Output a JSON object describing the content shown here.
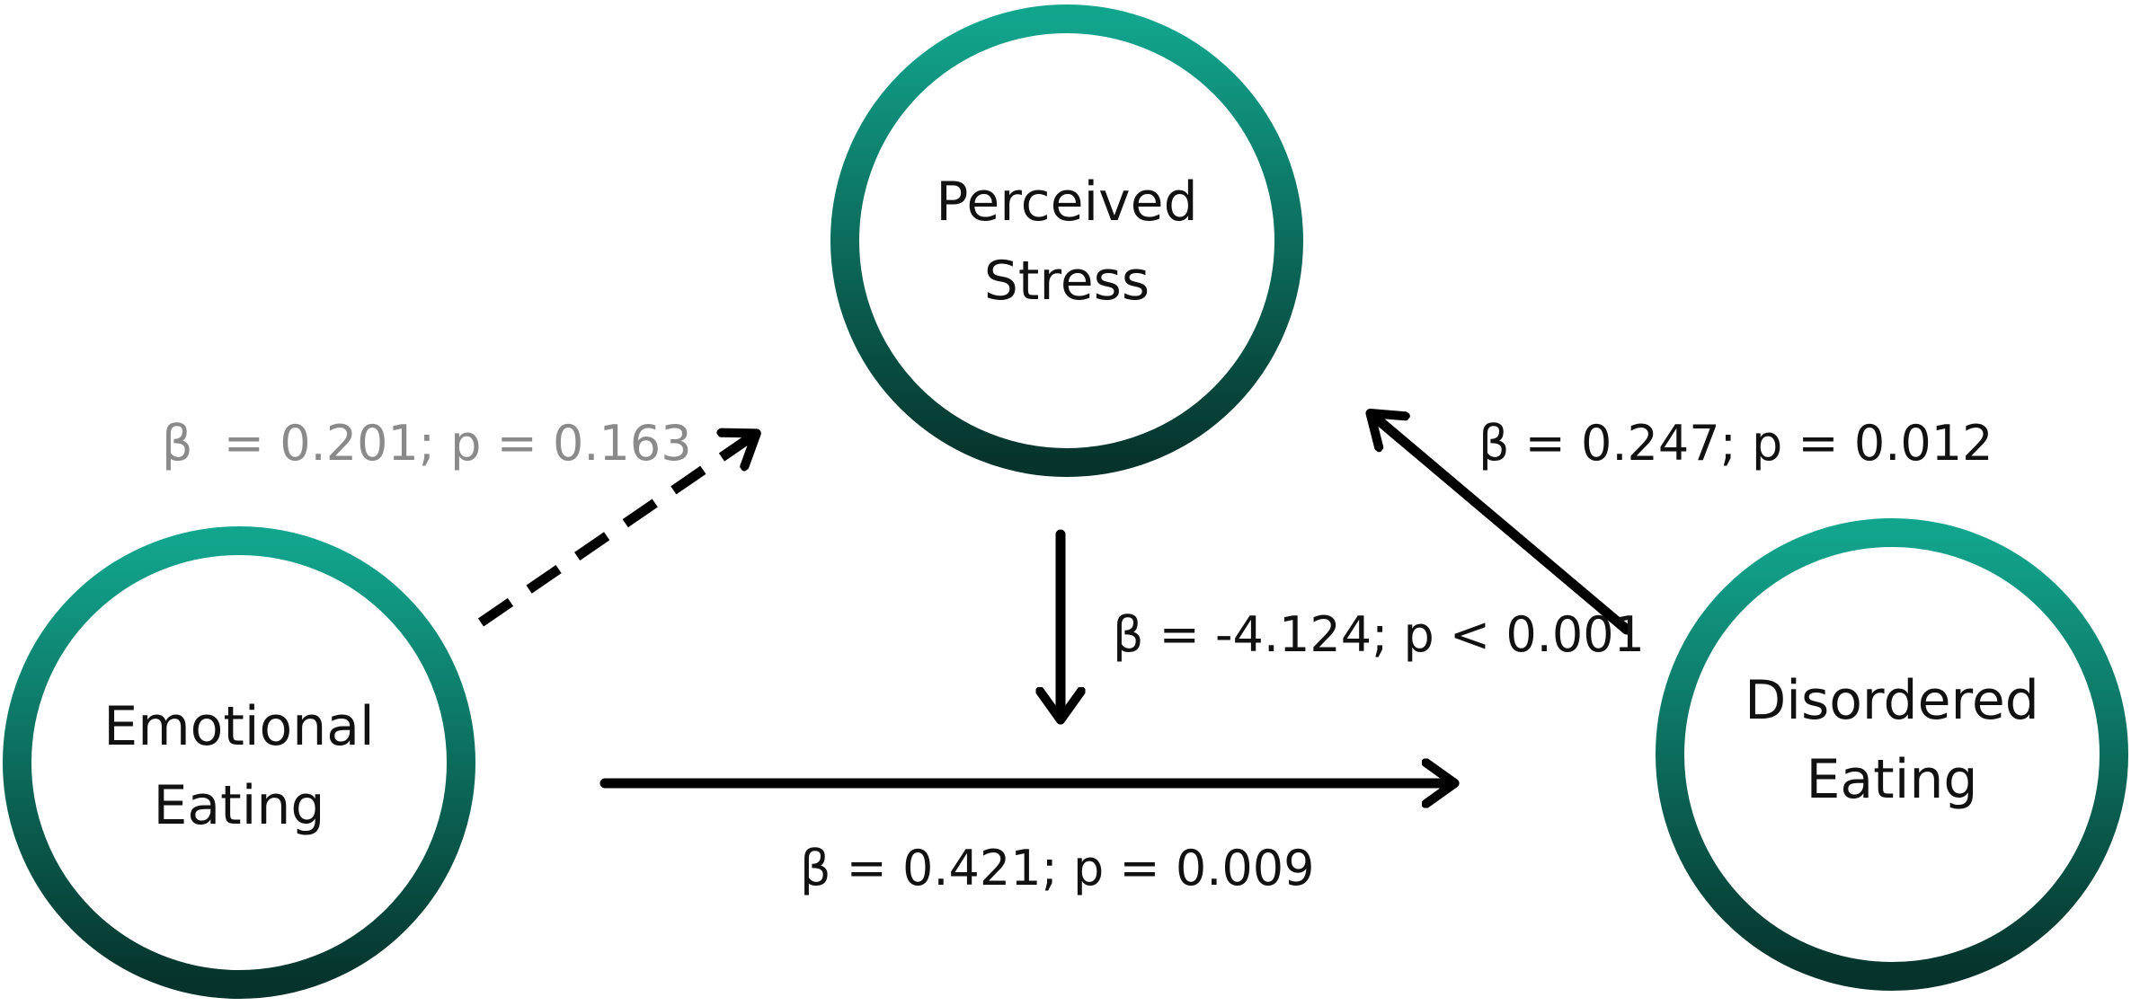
{
  "nodes": {
    "perceived_stress": {
      "line1": "Perceived",
      "line2": "Stress"
    },
    "emotional_eating": {
      "line1": "Emotional",
      "line2": "Eating"
    },
    "disordered_eating": {
      "line1": "Disordered",
      "line2": "Eating"
    }
  },
  "edges": {
    "emotional_to_stress": {
      "label": "β  = 0.201; p = 0.163",
      "style": "dashed",
      "label_color": "#8a8a8a"
    },
    "disordered_to_stress": {
      "label": "β = 0.247; p = 0.012",
      "style": "solid"
    },
    "stress_to_path": {
      "label": "β = -4.124; p < 0.001",
      "style": "solid"
    },
    "emotional_to_disordered": {
      "label": "β = 0.421; p = 0.009",
      "style": "solid"
    }
  },
  "colors": {
    "ring_gradient_start": "#12a58e",
    "ring_gradient_end": "#06332b",
    "arrow": "#000000",
    "label_text": "#111111",
    "muted_label": "#8a8a8a"
  }
}
